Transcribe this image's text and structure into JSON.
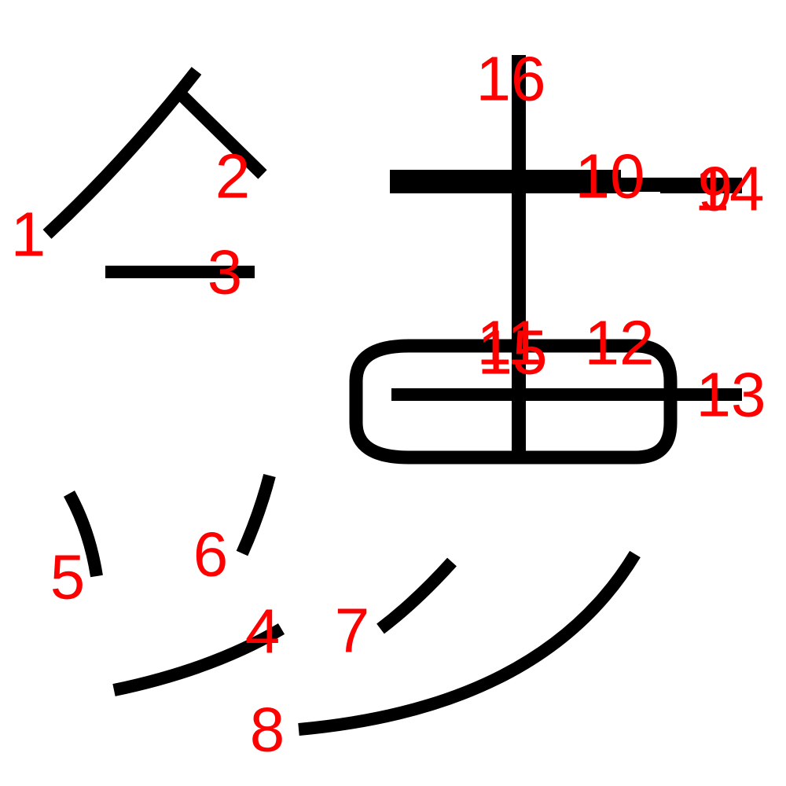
{
  "colors": {
    "background": "#ffffff",
    "stroke": "#000000",
    "number": "#ff0000"
  },
  "strokes": [
    {
      "label": "1"
    },
    {
      "label": "2"
    },
    {
      "label": "3"
    },
    {
      "label": "4"
    },
    {
      "label": "5"
    },
    {
      "label": "6"
    },
    {
      "label": "7"
    },
    {
      "label": "8"
    },
    {
      "label": "9"
    },
    {
      "label": "10"
    },
    {
      "label": "11"
    },
    {
      "label": "12"
    },
    {
      "label": "13"
    },
    {
      "label": "14"
    },
    {
      "label": "15"
    },
    {
      "label": "16"
    }
  ]
}
